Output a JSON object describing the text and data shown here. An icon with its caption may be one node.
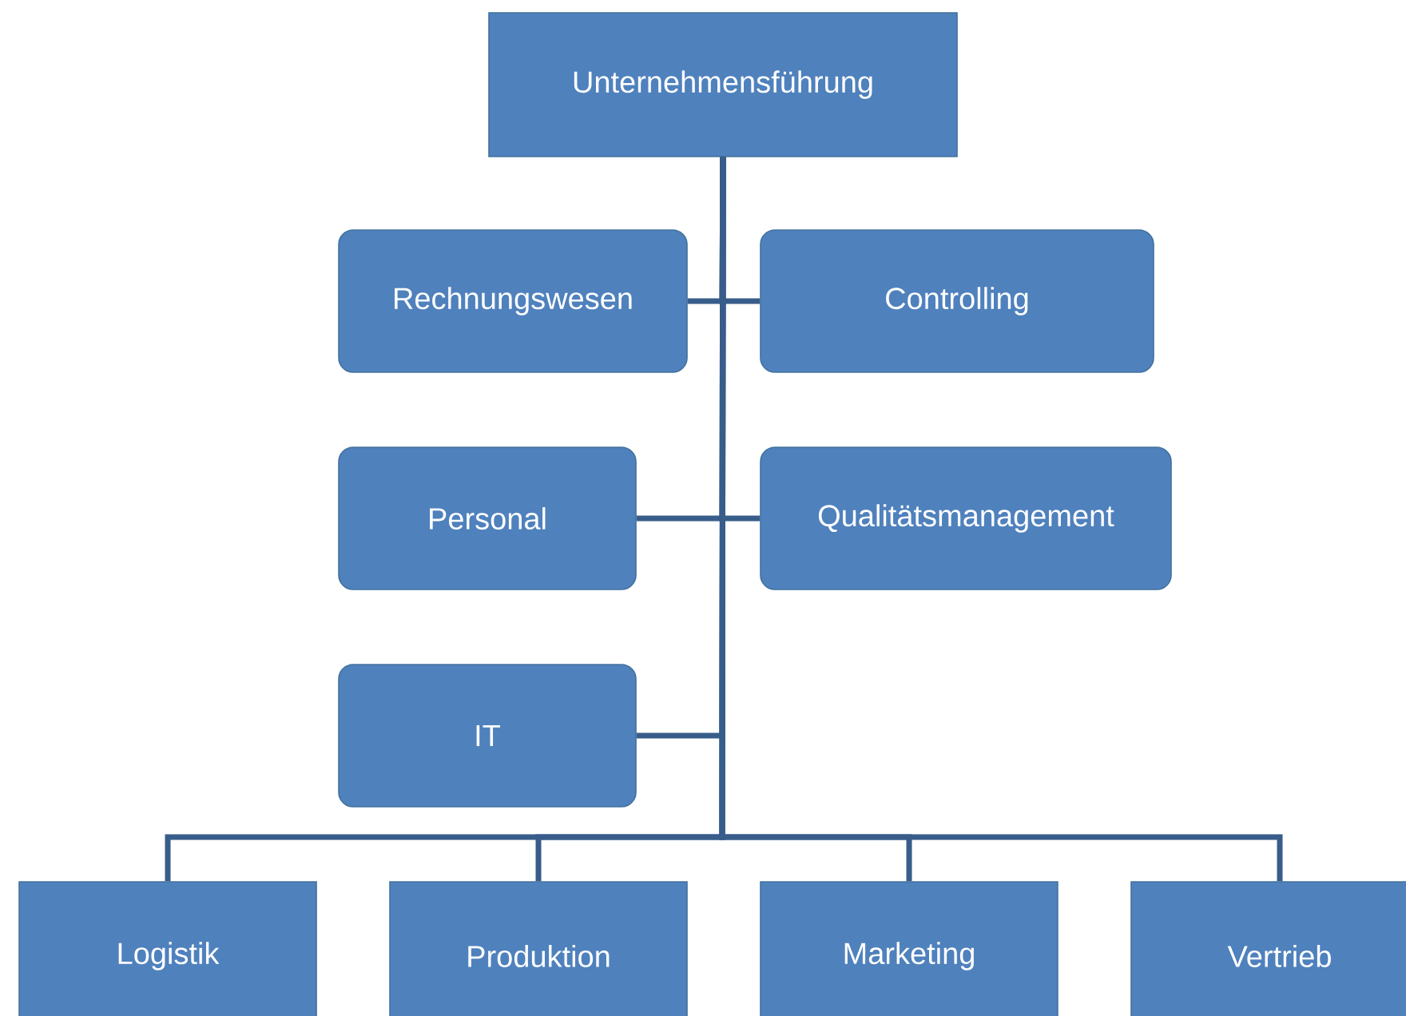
{
  "diagram": {
    "nodes": [
      {
        "text": [
          "Unternehmensführung"
        ]
      },
      {
        "text": [
          "Rechnungswesen"
        ]
      },
      {
        "text": [
          "Controlling"
        ]
      },
      {
        "text": [
          "Personal"
        ]
      },
      {
        "text": [
          "Qualitätsmanagement"
        ]
      },
      {
        "text": [
          "IT"
        ]
      },
      {
        "text": [
          "Logistik"
        ]
      },
      {
        "text": [
          "Produktion"
        ]
      },
      {
        "text": [
          "Marketing"
        ]
      },
      {
        "text": [
          "Vertrieb"
        ]
      }
    ],
    "edges": [
      {
        "from": 0,
        "to": 1,
        "arrow": "none"
      },
      {
        "from": 0,
        "to": 2,
        "arrow": "none"
      },
      {
        "from": 0,
        "to": 3,
        "arrow": "none"
      },
      {
        "from": 0,
        "to": 4,
        "arrow": "none"
      },
      {
        "from": 0,
        "to": 5,
        "arrow": "none"
      },
      {
        "from": 0,
        "to": 6,
        "arrow": "none"
      },
      {
        "from": 0,
        "to": 7,
        "arrow": "none"
      },
      {
        "from": 0,
        "to": 8,
        "arrow": "none"
      },
      {
        "from": 0,
        "to": 9,
        "arrow": "none"
      }
    ]
  }
}
